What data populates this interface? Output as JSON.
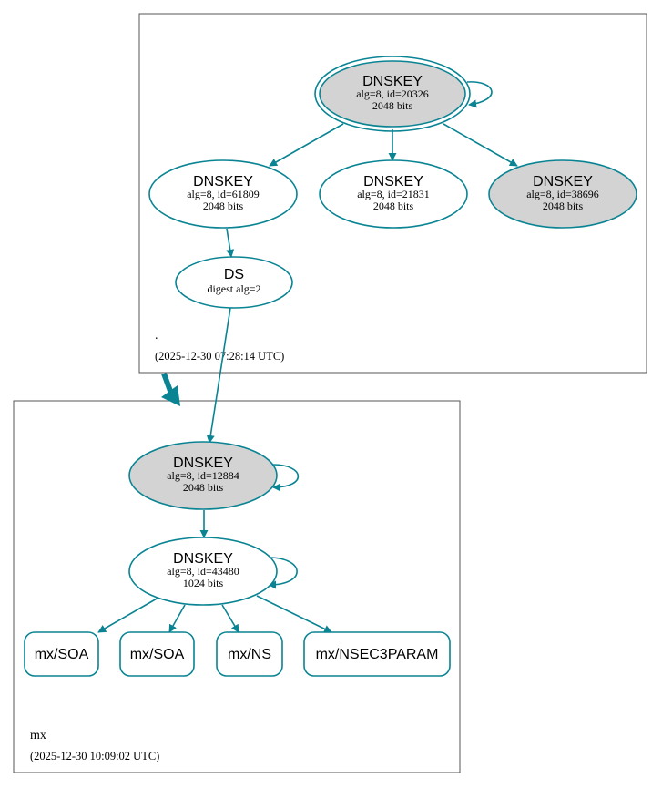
{
  "zones": {
    "root": {
      "name": ".",
      "timestamp": "(2025-12-30 07:28:14 UTC)"
    },
    "mx": {
      "name": "mx",
      "timestamp": "(2025-12-30 10:09:02 UTC)"
    }
  },
  "nodes": {
    "root_ksk": {
      "type": "DNSKEY",
      "info": "alg=8, id=20326",
      "bits": "2048 bits"
    },
    "root_zsk1": {
      "type": "DNSKEY",
      "info": "alg=8, id=61809",
      "bits": "2048 bits"
    },
    "root_zsk2": {
      "type": "DNSKEY",
      "info": "alg=8, id=21831",
      "bits": "2048 bits"
    },
    "root_ksk2": {
      "type": "DNSKEY",
      "info": "alg=8, id=38696",
      "bits": "2048 bits"
    },
    "root_ds": {
      "type": "DS",
      "info": "digest alg=2"
    },
    "mx_ksk": {
      "type": "DNSKEY",
      "info": "alg=8, id=12884",
      "bits": "2048 bits"
    },
    "mx_zsk": {
      "type": "DNSKEY",
      "info": "alg=8, id=43480",
      "bits": "1024 bits"
    }
  },
  "records": [
    "mx/SOA",
    "mx/SOA",
    "mx/NS",
    "mx/NSEC3PARAM"
  ],
  "colors": {
    "edge": "#0a8493",
    "sep_fill": "#d3d3d3",
    "plain_fill": "#ffffff"
  }
}
